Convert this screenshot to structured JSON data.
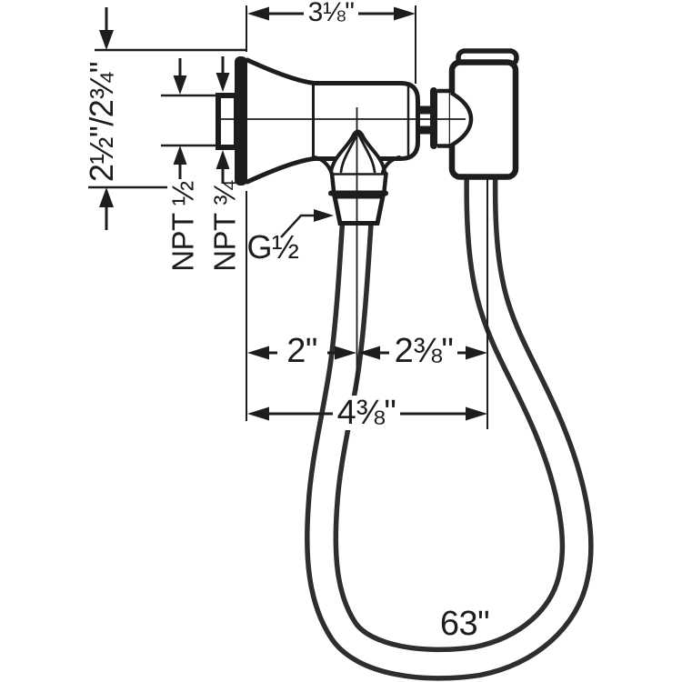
{
  "drawing": {
    "kind": "technical dimension drawing",
    "subject": "wall-mounted handshower valve with holder and shower hose",
    "colors": {
      "background": "#ffffff",
      "line": "#1d1d1b",
      "hose_line": "#2e2e2e"
    }
  },
  "labels": {
    "width_top": "3⅛\"",
    "escutcheon_diameter": "2½\"/2¾\"",
    "inlet_thread_half": "NPT ½",
    "inlet_thread_three_quarter": "NPT ¾",
    "outlet_thread": "G½",
    "offset_left": "2\"",
    "offset_right": "2⅜\"",
    "offset_total": "4⅜\"",
    "hose_length": "63\""
  }
}
